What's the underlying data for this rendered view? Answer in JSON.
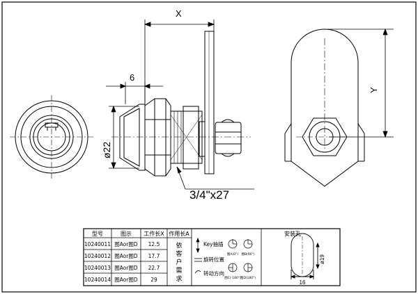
{
  "drawing": {
    "dim_x": "X",
    "dim_6": "6",
    "dim_y": "Y",
    "dia22": "ø22",
    "thread": "3/4\"x27"
  },
  "table": {
    "headers": [
      "型号",
      "图示",
      "工作长X",
      "作用长A"
    ],
    "rows": [
      [
        "10240011",
        "图Aor图D",
        "12.5"
      ],
      [
        "10240012",
        "图Aor图D",
        "17.7"
      ],
      [
        "10240013",
        "图Aor图D",
        "22.7"
      ],
      [
        "10240014",
        "图Aor图D",
        "29"
      ]
    ],
    "a_note": [
      "依",
      "客",
      "户",
      "需",
      "求"
    ],
    "legend": [
      "Key抽插",
      "旋转位置",
      "转动方向"
    ],
    "mini": [
      "图A(0°)",
      "图B(90°)",
      "图C(-180°)",
      "图D(180°)"
    ],
    "mount_title": "安装孔",
    "mount_dia": "ø19",
    "mount_width": "16"
  }
}
